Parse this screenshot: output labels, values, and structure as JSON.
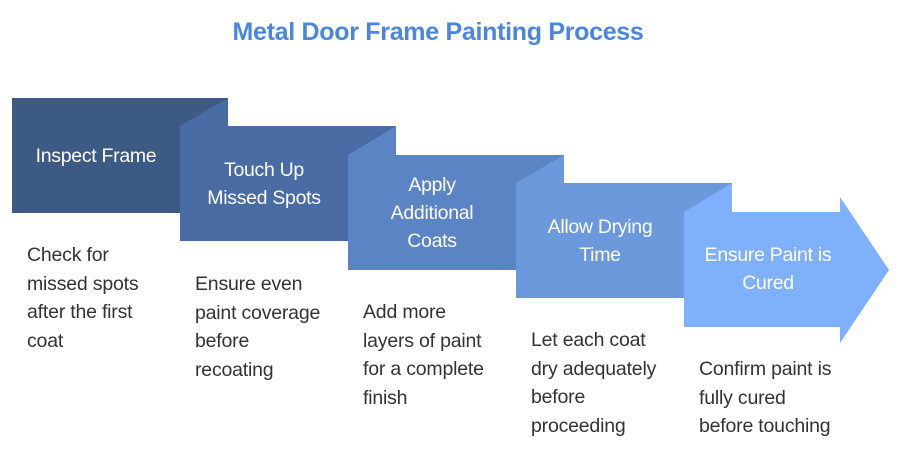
{
  "title": "Metal Door Frame Painting Process",
  "colors": {
    "title": "#4a86e0",
    "step1": "#3c5a84",
    "step2": "#4a6ca4",
    "step3": "#5a84c4",
    "step4": "#6c98dc",
    "step5": "#7eb0fc",
    "description_text": "#333333"
  },
  "steps": [
    {
      "label": "Inspect Frame",
      "description": "Check for\nmissed spots\nafter the first\ncoat"
    },
    {
      "label": "Touch Up\nMissed Spots",
      "description": "Ensure even\npaint coverage\nbefore\nrecoating"
    },
    {
      "label": "Apply\nAdditional\nCoats",
      "description": "Add more\nlayers of paint\nfor a complete\nfinish"
    },
    {
      "label": "Allow Drying\nTime",
      "description": "Let each coat\ndry adequately\nbefore\nproceeding"
    },
    {
      "label": "Ensure Paint is\nCured",
      "description": "Confirm paint is\nfully cured\nbefore touching"
    }
  ]
}
